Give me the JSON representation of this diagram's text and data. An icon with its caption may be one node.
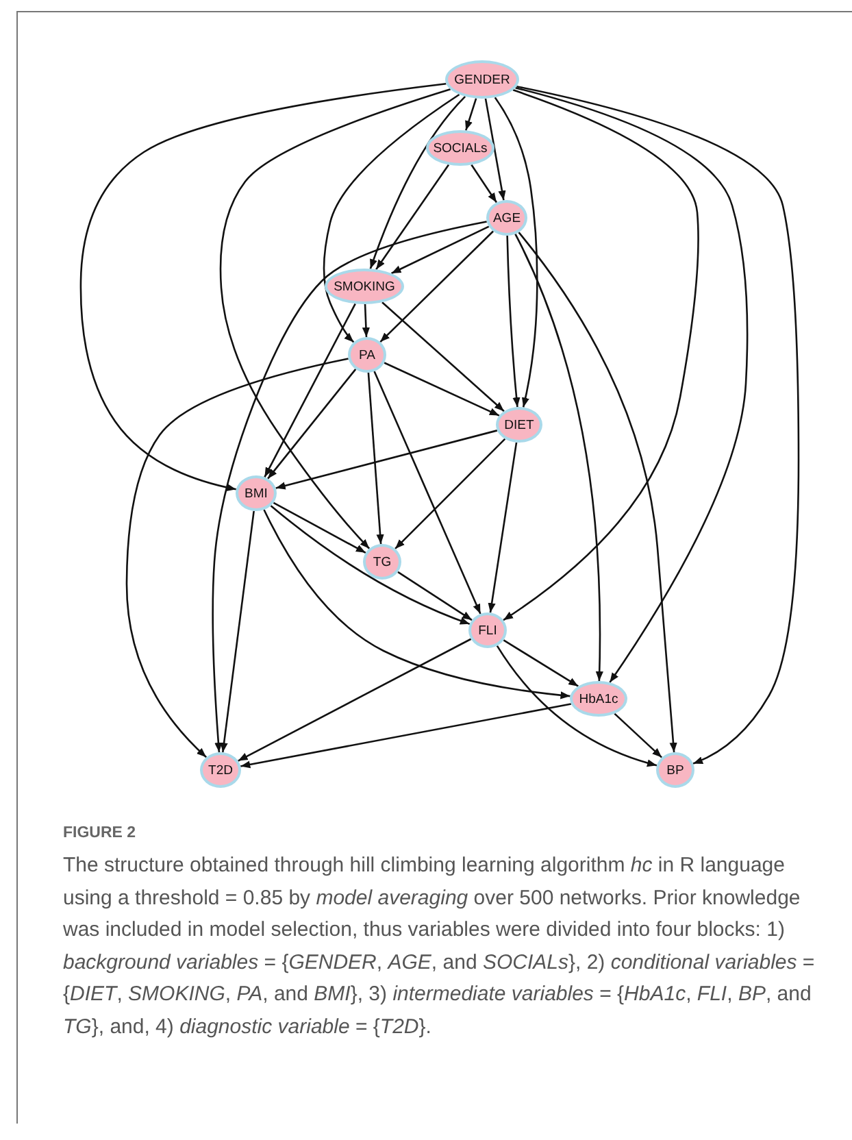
{
  "diagram": {
    "title": "FIGURE 2",
    "caption": "The structure obtained through hill climbing learning algorithm *hc* in R language using a threshold = 0.85 by *model averaging* over 500 networks. Prior knowledge was included in model selection, thus variables were divided into four blocks: 1) *background variables* = {*GENDER*, *AGE*, and *SOCIALs*}, 2) *conditional variables* = {*DIET*, *SMOKING*, *PA*, and *BMI*}, 3) *intermediate variables* = {*HbA1c*, *FLI*, *BP*, and *TG*}, and, 4) *diagnostic variable* = {*T2D*}.",
    "nodes": [
      {
        "text": [
          "GENDER"
        ]
      },
      {
        "text": [
          "SOCIALs"
        ]
      },
      {
        "text": [
          "AGE"
        ]
      },
      {
        "text": [
          "SMOKING"
        ]
      },
      {
        "text": [
          "PA"
        ]
      },
      {
        "text": [
          "DIET"
        ]
      },
      {
        "text": [
          "BMI"
        ]
      },
      {
        "text": [
          "TG"
        ]
      },
      {
        "text": [
          "FLI"
        ]
      },
      {
        "text": [
          "HbA1c"
        ]
      },
      {
        "text": [
          "T2D"
        ]
      },
      {
        "text": [
          "BP"
        ]
      }
    ],
    "edges": [
      {
        "from": 0,
        "to": 1,
        "arrow": "to"
      },
      {
        "from": 0,
        "to": 2,
        "arrow": "to"
      },
      {
        "from": 0,
        "to": 3,
        "arrow": "to"
      },
      {
        "from": 0,
        "to": 4,
        "arrow": "to"
      },
      {
        "from": 0,
        "to": 5,
        "arrow": "to"
      },
      {
        "from": 0,
        "to": 6,
        "arrow": "to"
      },
      {
        "from": 0,
        "to": 7,
        "arrow": "to"
      },
      {
        "from": 0,
        "to": 8,
        "arrow": "to"
      },
      {
        "from": 0,
        "to": 9,
        "arrow": "to"
      },
      {
        "from": 0,
        "to": 11,
        "arrow": "to"
      },
      {
        "from": 1,
        "to": 2,
        "arrow": "to"
      },
      {
        "from": 1,
        "to": 3,
        "arrow": "to"
      },
      {
        "from": 2,
        "to": 3,
        "arrow": "to"
      },
      {
        "from": 2,
        "to": 4,
        "arrow": "to"
      },
      {
        "from": 2,
        "to": 5,
        "arrow": "to"
      },
      {
        "from": 2,
        "to": 9,
        "arrow": "to"
      },
      {
        "from": 2,
        "to": 11,
        "arrow": "to"
      },
      {
        "from": 2,
        "to": 10,
        "arrow": "to"
      },
      {
        "from": 3,
        "to": 4,
        "arrow": "to"
      },
      {
        "from": 3,
        "to": 5,
        "arrow": "to"
      },
      {
        "from": 3,
        "to": 6,
        "arrow": "to"
      },
      {
        "from": 4,
        "to": 5,
        "arrow": "to"
      },
      {
        "from": 4,
        "to": 6,
        "arrow": "to"
      },
      {
        "from": 4,
        "to": 7,
        "arrow": "to"
      },
      {
        "from": 4,
        "to": 8,
        "arrow": "to"
      },
      {
        "from": 4,
        "to": 10,
        "arrow": "to"
      },
      {
        "from": 5,
        "to": 6,
        "arrow": "to"
      },
      {
        "from": 5,
        "to": 7,
        "arrow": "to"
      },
      {
        "from": 5,
        "to": 8,
        "arrow": "to"
      },
      {
        "from": 6,
        "to": 7,
        "arrow": "to"
      },
      {
        "from": 6,
        "to": 8,
        "arrow": "to"
      },
      {
        "from": 6,
        "to": 9,
        "arrow": "to"
      },
      {
        "from": 6,
        "to": 10,
        "arrow": "to"
      },
      {
        "from": 7,
        "to": 8,
        "arrow": "to"
      },
      {
        "from": 8,
        "to": 9,
        "arrow": "to"
      },
      {
        "from": 8,
        "to": 11,
        "arrow": "to"
      },
      {
        "from": 8,
        "to": 10,
        "arrow": "to"
      },
      {
        "from": 9,
        "to": 11,
        "arrow": "to"
      },
      {
        "from": 9,
        "to": 10,
        "arrow": "to"
      }
    ]
  }
}
